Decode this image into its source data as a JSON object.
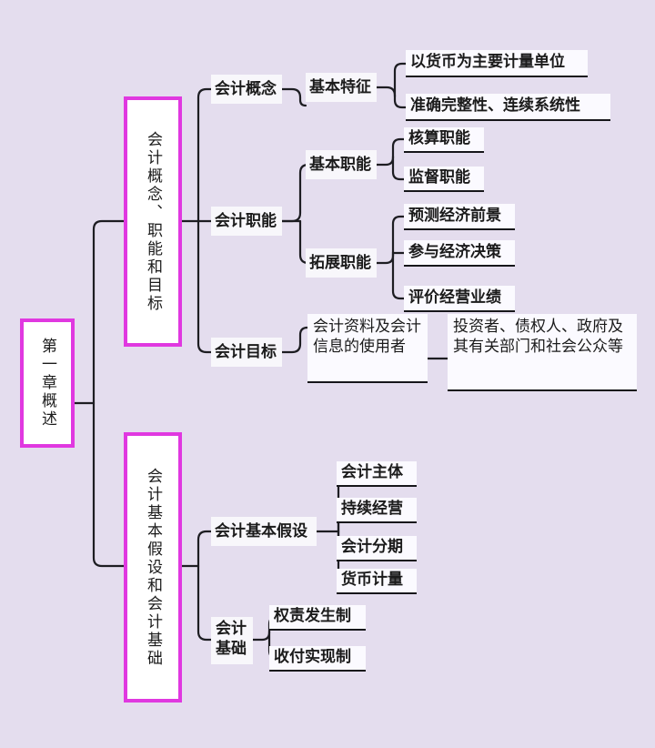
{
  "document": {
    "kind": "mind-map",
    "title": "第一章概述",
    "background_color": "#e4ddee",
    "accent_color": "#e038e0",
    "node_fill": "#fbfaff",
    "rule_color": "#16161a"
  },
  "root": {
    "label": "第一章概述"
  },
  "branches": [
    {
      "id": "branch-1",
      "label": "会计概念、职能和目标",
      "children": [
        {
          "id": "kuaiji-gainian",
          "label": "会计概念",
          "children": [
            {
              "id": "jiben-tezheng",
              "label": "基本特征",
              "children": [
                {
                  "id": "leaf-huobi",
                  "label": "以货币为主要计量单位"
                },
                {
                  "id": "leaf-zhunque",
                  "label": "准确完整性、连续系统性"
                }
              ]
            }
          ]
        },
        {
          "id": "kuaiji-zhineng",
          "label": "会计职能",
          "children": [
            {
              "id": "jiben-zhineng",
              "label": "基本职能",
              "children": [
                {
                  "id": "leaf-hesuan",
                  "label": "核算职能"
                },
                {
                  "id": "leaf-jiandu",
                  "label": "监督职能"
                }
              ]
            },
            {
              "id": "tuozhan-zhineng",
              "label": "拓展职能",
              "children": [
                {
                  "id": "leaf-yuce",
                  "label": "预测经济前景"
                },
                {
                  "id": "leaf-canyu",
                  "label": "参与经济决策"
                },
                {
                  "id": "leaf-pingjia",
                  "label": "评价经营业绩"
                }
              ]
            }
          ]
        },
        {
          "id": "kuaiji-mubiao",
          "label": "会计目标",
          "children": [
            {
              "id": "shiyongzhe",
              "label": "会计资料及会计信息的使用者",
              "children": [
                {
                  "id": "leaf-touzizhe",
                  "label": "投资者、债权人、政府及其有关部门和社会公众等"
                }
              ]
            }
          ]
        }
      ]
    },
    {
      "id": "branch-2",
      "label": "会计基本假设和会计基础",
      "children": [
        {
          "id": "jiben-jiashe",
          "label": "会计基本假设",
          "children": [
            {
              "id": "leaf-zhuti",
              "label": "会计主体"
            },
            {
              "id": "leaf-chixu",
              "label": "持续经营"
            },
            {
              "id": "leaf-fenqi",
              "label": "会计分期"
            },
            {
              "id": "leaf-huobijiliang",
              "label": "货币计量"
            }
          ]
        },
        {
          "id": "kuaiji-jichu",
          "label": "会计基础",
          "children": [
            {
              "id": "leaf-quanze",
              "label": "权责发生制"
            },
            {
              "id": "leaf-shoufu",
              "label": "收付实现制"
            }
          ]
        }
      ]
    }
  ]
}
